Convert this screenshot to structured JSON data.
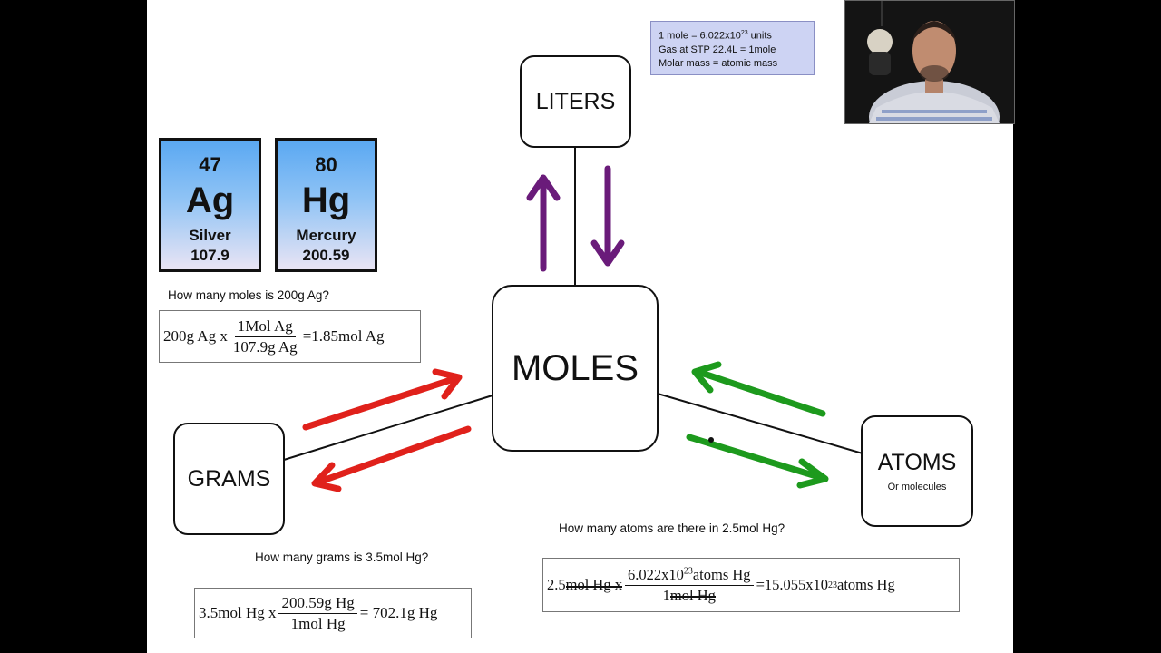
{
  "facts": {
    "line1": "1 mole = 6.022x10",
    "line1_exp": "23",
    "line1_tail": " units",
    "line2": "Gas at STP 22.4L = 1mole",
    "line3": "Molar mass = atomic mass"
  },
  "nodes": {
    "liters": "LITERS",
    "moles": "MOLES",
    "grams": "GRAMS",
    "atoms": "ATOMS",
    "atoms_sub": "Or molecules"
  },
  "elements": [
    {
      "number": "47",
      "symbol": "Ag",
      "name": "Silver",
      "mass": "107.9"
    },
    {
      "number": "80",
      "symbol": "Hg",
      "name": "Mercury",
      "mass": "200.59"
    }
  ],
  "questions": {
    "q1": "How many moles is 200g Ag?",
    "q2": "How many grams is 3.5mol Hg?",
    "q3": "How many atoms are there  in 2.5mol Hg?"
  },
  "equations": {
    "eq1": {
      "lead": "200g Ag x",
      "num": "1Mol Ag",
      "den": "107.9g Ag",
      "result": "=1.85mol Ag"
    },
    "eq2": {
      "lead": "3.5mol Hg x",
      "num": "200.59g Hg",
      "den": "1mol Hg",
      "result": "= 702.1g Hg"
    },
    "eq3": {
      "lead_a": "2.5",
      "lead_b": "mol Hg x",
      "num_a": "6.022x10",
      "num_exp": "23",
      "num_b": "atoms Hg",
      "den_a": "1",
      "den_b": "mol Hg",
      "result_a": "=15.055x10",
      "result_exp": "23",
      "result_b": "atoms Hg"
    }
  },
  "colors": {
    "purple": "#6a1b7a",
    "red": "#e0211b",
    "green": "#1d9a1d",
    "facts_bg": "#cdd3f3"
  }
}
